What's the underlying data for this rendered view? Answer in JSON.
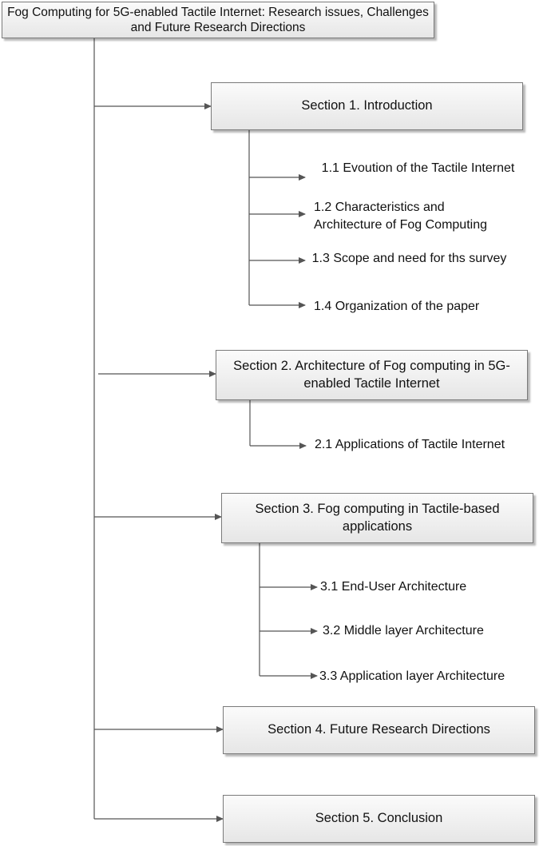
{
  "title": "Fog Computing for 5G-enabled Tactile Internet: Research issues, Challenges and Future Research Directions",
  "sections": [
    {
      "label": "Section 1. Introduction",
      "subs": [
        "1.1 Evoution of the Tactile Internet",
        "1.2 Characteristics and Architecture of Fog Computing",
        "1.3 Scope and need for ths survey",
        "1.4 Organization of the paper"
      ]
    },
    {
      "label": "Section 2. Architecture of Fog computing in 5G-enabled Tactile Internet",
      "subs": [
        "2.1 Applications of Tactile Internet"
      ]
    },
    {
      "label": "Section 3. Fog computing in Tactile-based applications",
      "subs": [
        "3.1 End-User Architecture",
        "3.2 Middle layer Architecture",
        "3.3 Application layer Architecture"
      ]
    },
    {
      "label": "Section 4. Future Research Directions",
      "subs": []
    },
    {
      "label": "Section 5. Conclusion",
      "subs": []
    }
  ]
}
